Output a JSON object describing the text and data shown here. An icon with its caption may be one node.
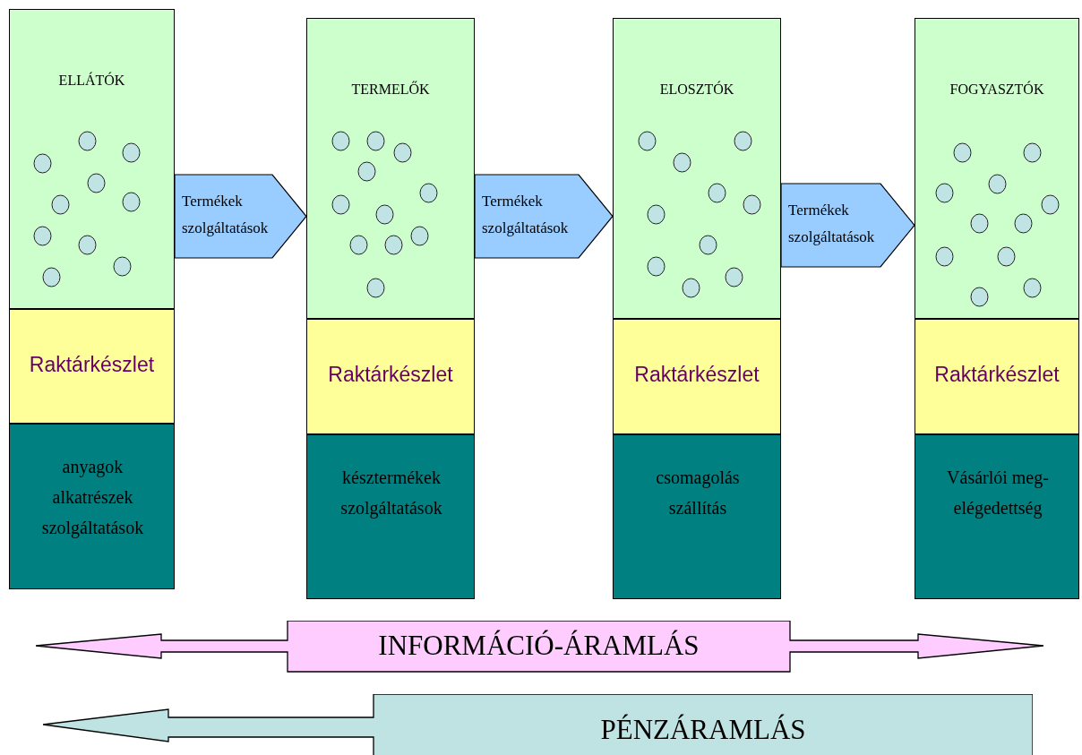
{
  "diagram": {
    "nodes": [
      {
        "text": [
          "ELLÁTÓK"
        ]
      },
      {
        "text": [
          "Raktárkészlet"
        ]
      },
      {
        "text": [
          "anyagok alkatrészek szolgáltatások"
        ]
      },
      {
        "text": [
          "TERMELŐK"
        ]
      },
      {
        "text": [
          "Raktárkészlet"
        ]
      },
      {
        "text": [
          "késztermékek szolgáltatások"
        ]
      },
      {
        "text": [
          "ELOSZTÓK"
        ]
      },
      {
        "text": [
          "Raktárkészlet"
        ]
      },
      {
        "text": [
          "csomagolás szállítás"
        ]
      },
      {
        "text": [
          "FOGYASZTÓK"
        ]
      },
      {
        "text": [
          "Raktárkészlet"
        ]
      },
      {
        "text": [
          "Vásárlói meg- elégedettség"
        ]
      },
      {
        "text": [
          "INFORMÁCIÓ-ÁRAMLÁS"
        ]
      },
      {
        "text": [
          "PÉNZÁRAMLÁS"
        ]
      }
    ],
    "edges": [
      {
        "from": 0,
        "to": 3,
        "arrow": "to",
        "label": "Termékek szolgáltatások"
      },
      {
        "from": 3,
        "to": 6,
        "arrow": "to",
        "label": "Termékek szolgáltatások"
      },
      {
        "from": 6,
        "to": 9,
        "arrow": "to",
        "label": "Termékek szolgáltatások"
      }
    ]
  }
}
